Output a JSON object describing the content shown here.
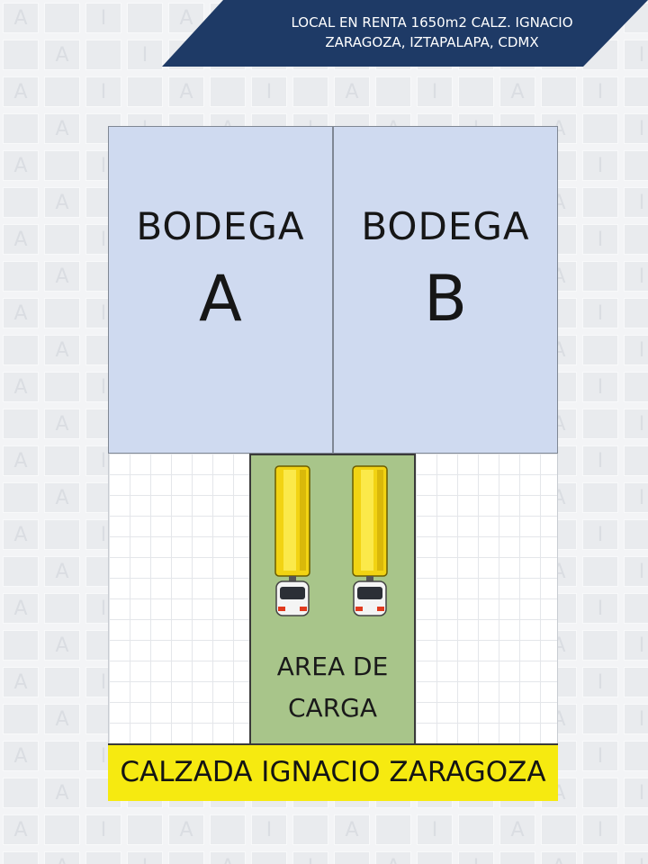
{
  "header": {
    "title_line1": "LOCAL EN RENTA 1650m2 CALZ. IGNACIO",
    "title_line2": "ZARAGOZA, IZTAPALAPA, CDMX"
  },
  "plan": {
    "bodega_a": {
      "title": "BODEGA",
      "letter": "A"
    },
    "bodega_b": {
      "title": "BODEGA",
      "letter": "B"
    },
    "loading_area": {
      "line1": "AREA DE",
      "line2": "CARGA"
    },
    "street": "CALZADA IGNACIO ZARAGOZA"
  },
  "watermark": {
    "letters": [
      "A",
      "I"
    ]
  },
  "colors": {
    "banner": "#1e3a66",
    "bodega_fill": "#cfdaf0",
    "loading_fill": "#a8c58a",
    "street_fill": "#f6ea10",
    "truck_body": "#f2d313"
  }
}
